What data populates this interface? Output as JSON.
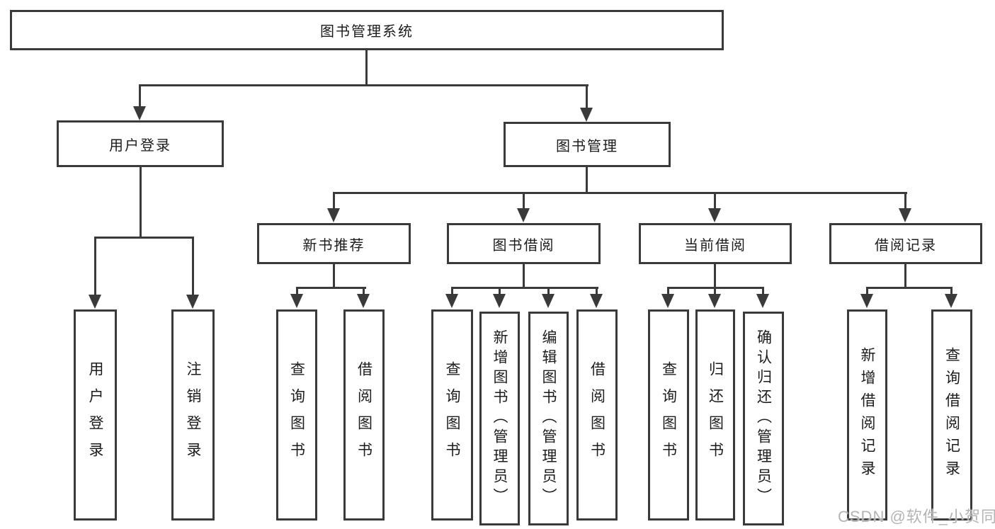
{
  "nodes": {
    "root": {
      "label": "图书管理系统"
    },
    "level2": [
      {
        "id": "user-login",
        "label": "用户登录"
      },
      {
        "id": "book-management",
        "label": "图书管理"
      }
    ],
    "level3": [
      {
        "id": "new-book-recommend",
        "label": "新书推荐"
      },
      {
        "id": "book-borrow",
        "label": "图书借阅"
      },
      {
        "id": "current-borrow",
        "label": "当前借阅"
      },
      {
        "id": "borrow-record",
        "label": "借阅记录"
      }
    ],
    "leaves": [
      {
        "id": "user-login-action",
        "label": "用户登录"
      },
      {
        "id": "logout-action",
        "label": "注销登录"
      },
      {
        "id": "query-book-recommend",
        "label": "查询图书"
      },
      {
        "id": "borrow-book-recommend",
        "label": "借阅图书"
      },
      {
        "id": "query-book-borrow",
        "label": "查询图书"
      },
      {
        "id": "add-book-admin",
        "label": "新增图书（管理员）"
      },
      {
        "id": "edit-book-admin",
        "label": "编辑图书（管理员）"
      },
      {
        "id": "borrow-book-borrow",
        "label": "借阅图书"
      },
      {
        "id": "query-book-current",
        "label": "查询图书"
      },
      {
        "id": "return-book",
        "label": "归还图书"
      },
      {
        "id": "confirm-return-admin",
        "label": "确认归还（管理员）"
      },
      {
        "id": "add-borrow-record",
        "label": "新增借阅记录"
      },
      {
        "id": "query-borrow-record",
        "label": "查询借阅记录"
      }
    ]
  },
  "watermark": "CSDN @软件_小贺同学",
  "colors": {
    "line": "#3a3a3a",
    "text": "#1c1c1c",
    "watermark": "#b4b4b4",
    "background": "#ffffff"
  }
}
